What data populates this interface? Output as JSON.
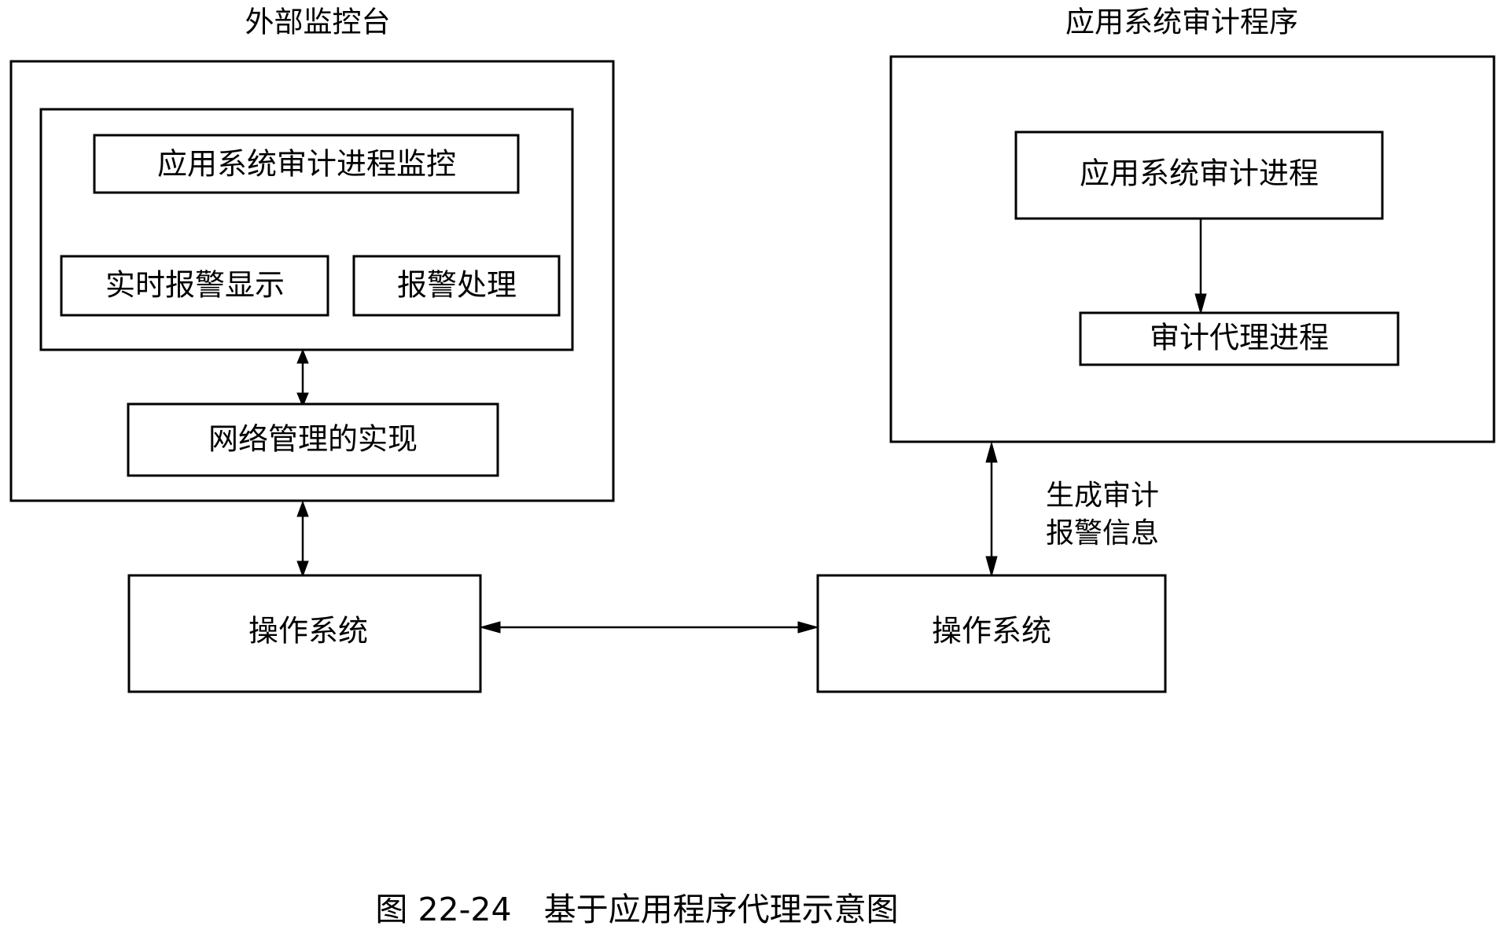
{
  "figure": {
    "caption": "图 22-24　基于应用程序代理示意图",
    "stroke_color": "#000000",
    "background_color": "#ffffff"
  },
  "panels": [
    {
      "id": "external-monitor-console",
      "title": "外部监控台",
      "inner_group_label": "",
      "boxes": [
        {
          "id": "audit-process-monitor",
          "label": "应用系统审计进程监控"
        },
        {
          "id": "realtime-alarm-display",
          "label": "实时报警显示"
        },
        {
          "id": "alarm-handling",
          "label": "报警处理"
        },
        {
          "id": "network-management",
          "label": "网络管理的实现"
        }
      ]
    },
    {
      "id": "application-audit-program",
      "title": "应用系统审计程序",
      "boxes": [
        {
          "id": "application-audit-process",
          "label": "应用系统审计进程"
        },
        {
          "id": "audit-agent-process",
          "label": "审计代理进程"
        }
      ]
    }
  ],
  "bottom_boxes": [
    {
      "id": "operating-system-left",
      "label": "操作系统"
    },
    {
      "id": "operating-system-right",
      "label": "操作系统"
    }
  ],
  "edges": [
    {
      "id": "monitor-group-to-network-mgmt",
      "label": "",
      "direction": "bidirectional"
    },
    {
      "id": "external-panel-to-os-left",
      "label": "",
      "direction": "bidirectional"
    },
    {
      "id": "audit-process-to-agent",
      "label": "",
      "direction": "down"
    },
    {
      "id": "audit-panel-to-os-right",
      "label_line1": "生成审计",
      "label_line2": "报警信息",
      "direction": "bidirectional"
    },
    {
      "id": "os-left-to-os-right",
      "label": "",
      "direction": "bidirectional"
    }
  ]
}
